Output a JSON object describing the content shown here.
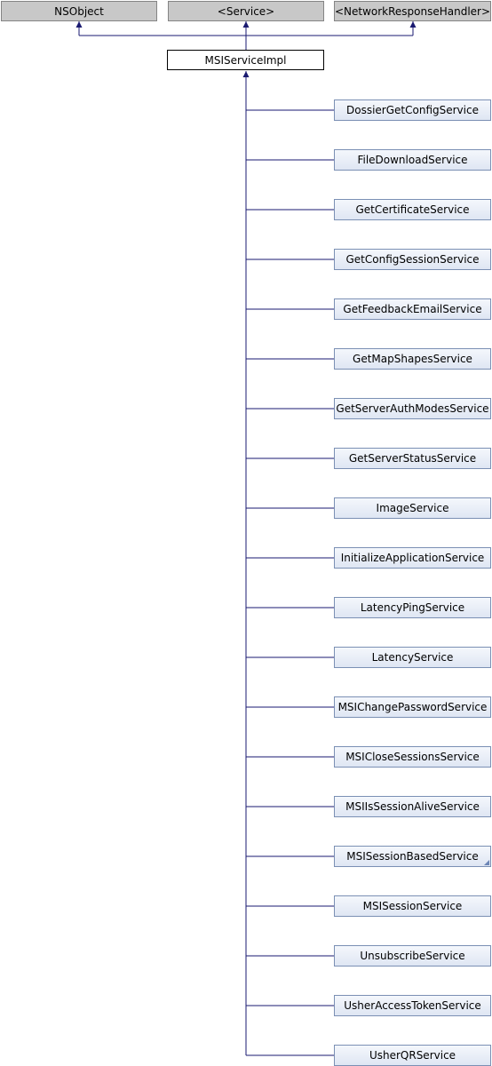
{
  "top_classes": [
    {
      "label": "NSObject",
      "fill": "#c8c8c8"
    },
    {
      "label": "<Service>",
      "fill": "#c8c8c8"
    },
    {
      "label": "<NetworkResponseHandler>",
      "fill": "#c8c8c8"
    }
  ],
  "base_class": {
    "label": "MSIServiceImpl"
  },
  "subclasses": [
    {
      "label": "DossierGetConfigService"
    },
    {
      "label": "FileDownloadService"
    },
    {
      "label": "GetCertificateService"
    },
    {
      "label": "GetConfigSessionService"
    },
    {
      "label": "GetFeedbackEmailService"
    },
    {
      "label": "GetMapShapesService"
    },
    {
      "label": "GetServerAuthModesService"
    },
    {
      "label": "GetServerStatusService"
    },
    {
      "label": "ImageService"
    },
    {
      "label": "InitializeApplicationService"
    },
    {
      "label": "LatencyPingService"
    },
    {
      "label": "LatencyService"
    },
    {
      "label": "MSIChangePasswordService"
    },
    {
      "label": "MSICloseSessionsService"
    },
    {
      "label": "MSIIsSessionAliveService"
    },
    {
      "label": "MSISessionBasedService",
      "has_more_marker": true
    },
    {
      "label": "MSISessionService"
    },
    {
      "label": "UnsubscribeService"
    },
    {
      "label": "UsherAccessTokenService"
    },
    {
      "label": "UsherQRService"
    }
  ],
  "colors": {
    "edge": "#1a1a70",
    "child_fill_top": "#f4f7fc",
    "child_fill_bottom": "#dfe6f3",
    "child_border": "#7b90b4",
    "more_marker": "#6d86b6"
  }
}
